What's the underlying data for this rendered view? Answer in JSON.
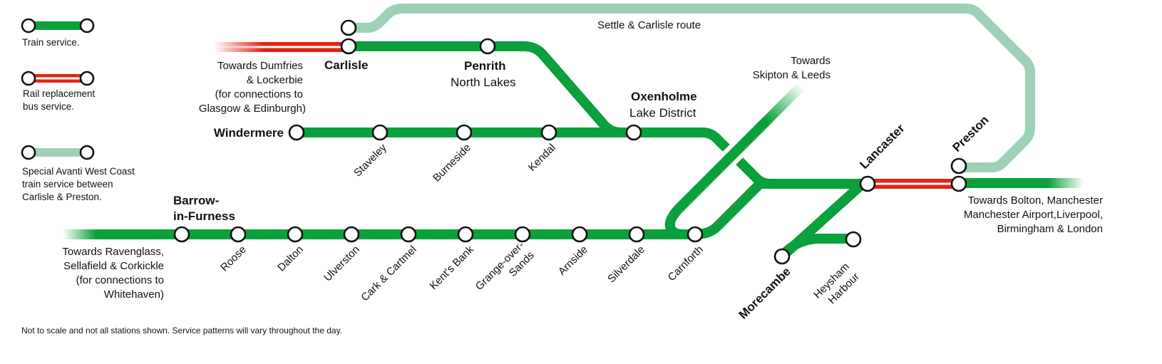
{
  "colors": {
    "train": "#0aa03c",
    "bus": "#e32219",
    "special": "#9dd1b6"
  },
  "legend": {
    "train": [
      "Train service."
    ],
    "bus": [
      "Rail replacement",
      "bus service."
    ],
    "special": [
      "Special Avanti West Coast",
      "train service between",
      "Carlisle & Preston."
    ]
  },
  "notes": {
    "settle": "Settle & Carlisle route",
    "dumfries": [
      "Towards Dumfries",
      "& Lockerbie",
      "(for connections to",
      "Glasgow & Edinburgh)"
    ],
    "skipton": [
      "Towards",
      "Skipton & Leeds"
    ],
    "ravenglass": [
      "Towards Ravenglass,",
      "Sellafield & Corkickle",
      "(for connections to",
      "Whitehaven)"
    ],
    "bolton": [
      "Towards Bolton, Manchester",
      "Manchester Airport,Liverpool,",
      "Birmingham & London"
    ],
    "footnote": "Not to scale and not all stations shown. Service patterns will vary throughout the day."
  },
  "stations": {
    "carlisle": "Carlisle",
    "penrith": [
      "Penrith",
      "North Lakes"
    ],
    "oxenholme": [
      "Oxenholme",
      "Lake District"
    ],
    "windermere": "Windermere",
    "staveley": "Staveley",
    "burneside": "Burneside",
    "kendal": "Kendal",
    "barrow": [
      "Barrow-",
      "in-Furness"
    ],
    "roose": "Roose",
    "dalton": "Dalton",
    "ulverston": "Ulverston",
    "cark": "Cark & Cartmel",
    "kentsbank": "Kent's Bank",
    "grange": [
      "Grange-over-",
      "Sands"
    ],
    "arnside": "Arnside",
    "silverdale": "Silverdale",
    "carnforth": "Carnforth",
    "lancaster": "Lancaster",
    "preston": "Preston",
    "morecambe": "Morecambe",
    "heysham": [
      "Heysham",
      "Harbour"
    ]
  }
}
